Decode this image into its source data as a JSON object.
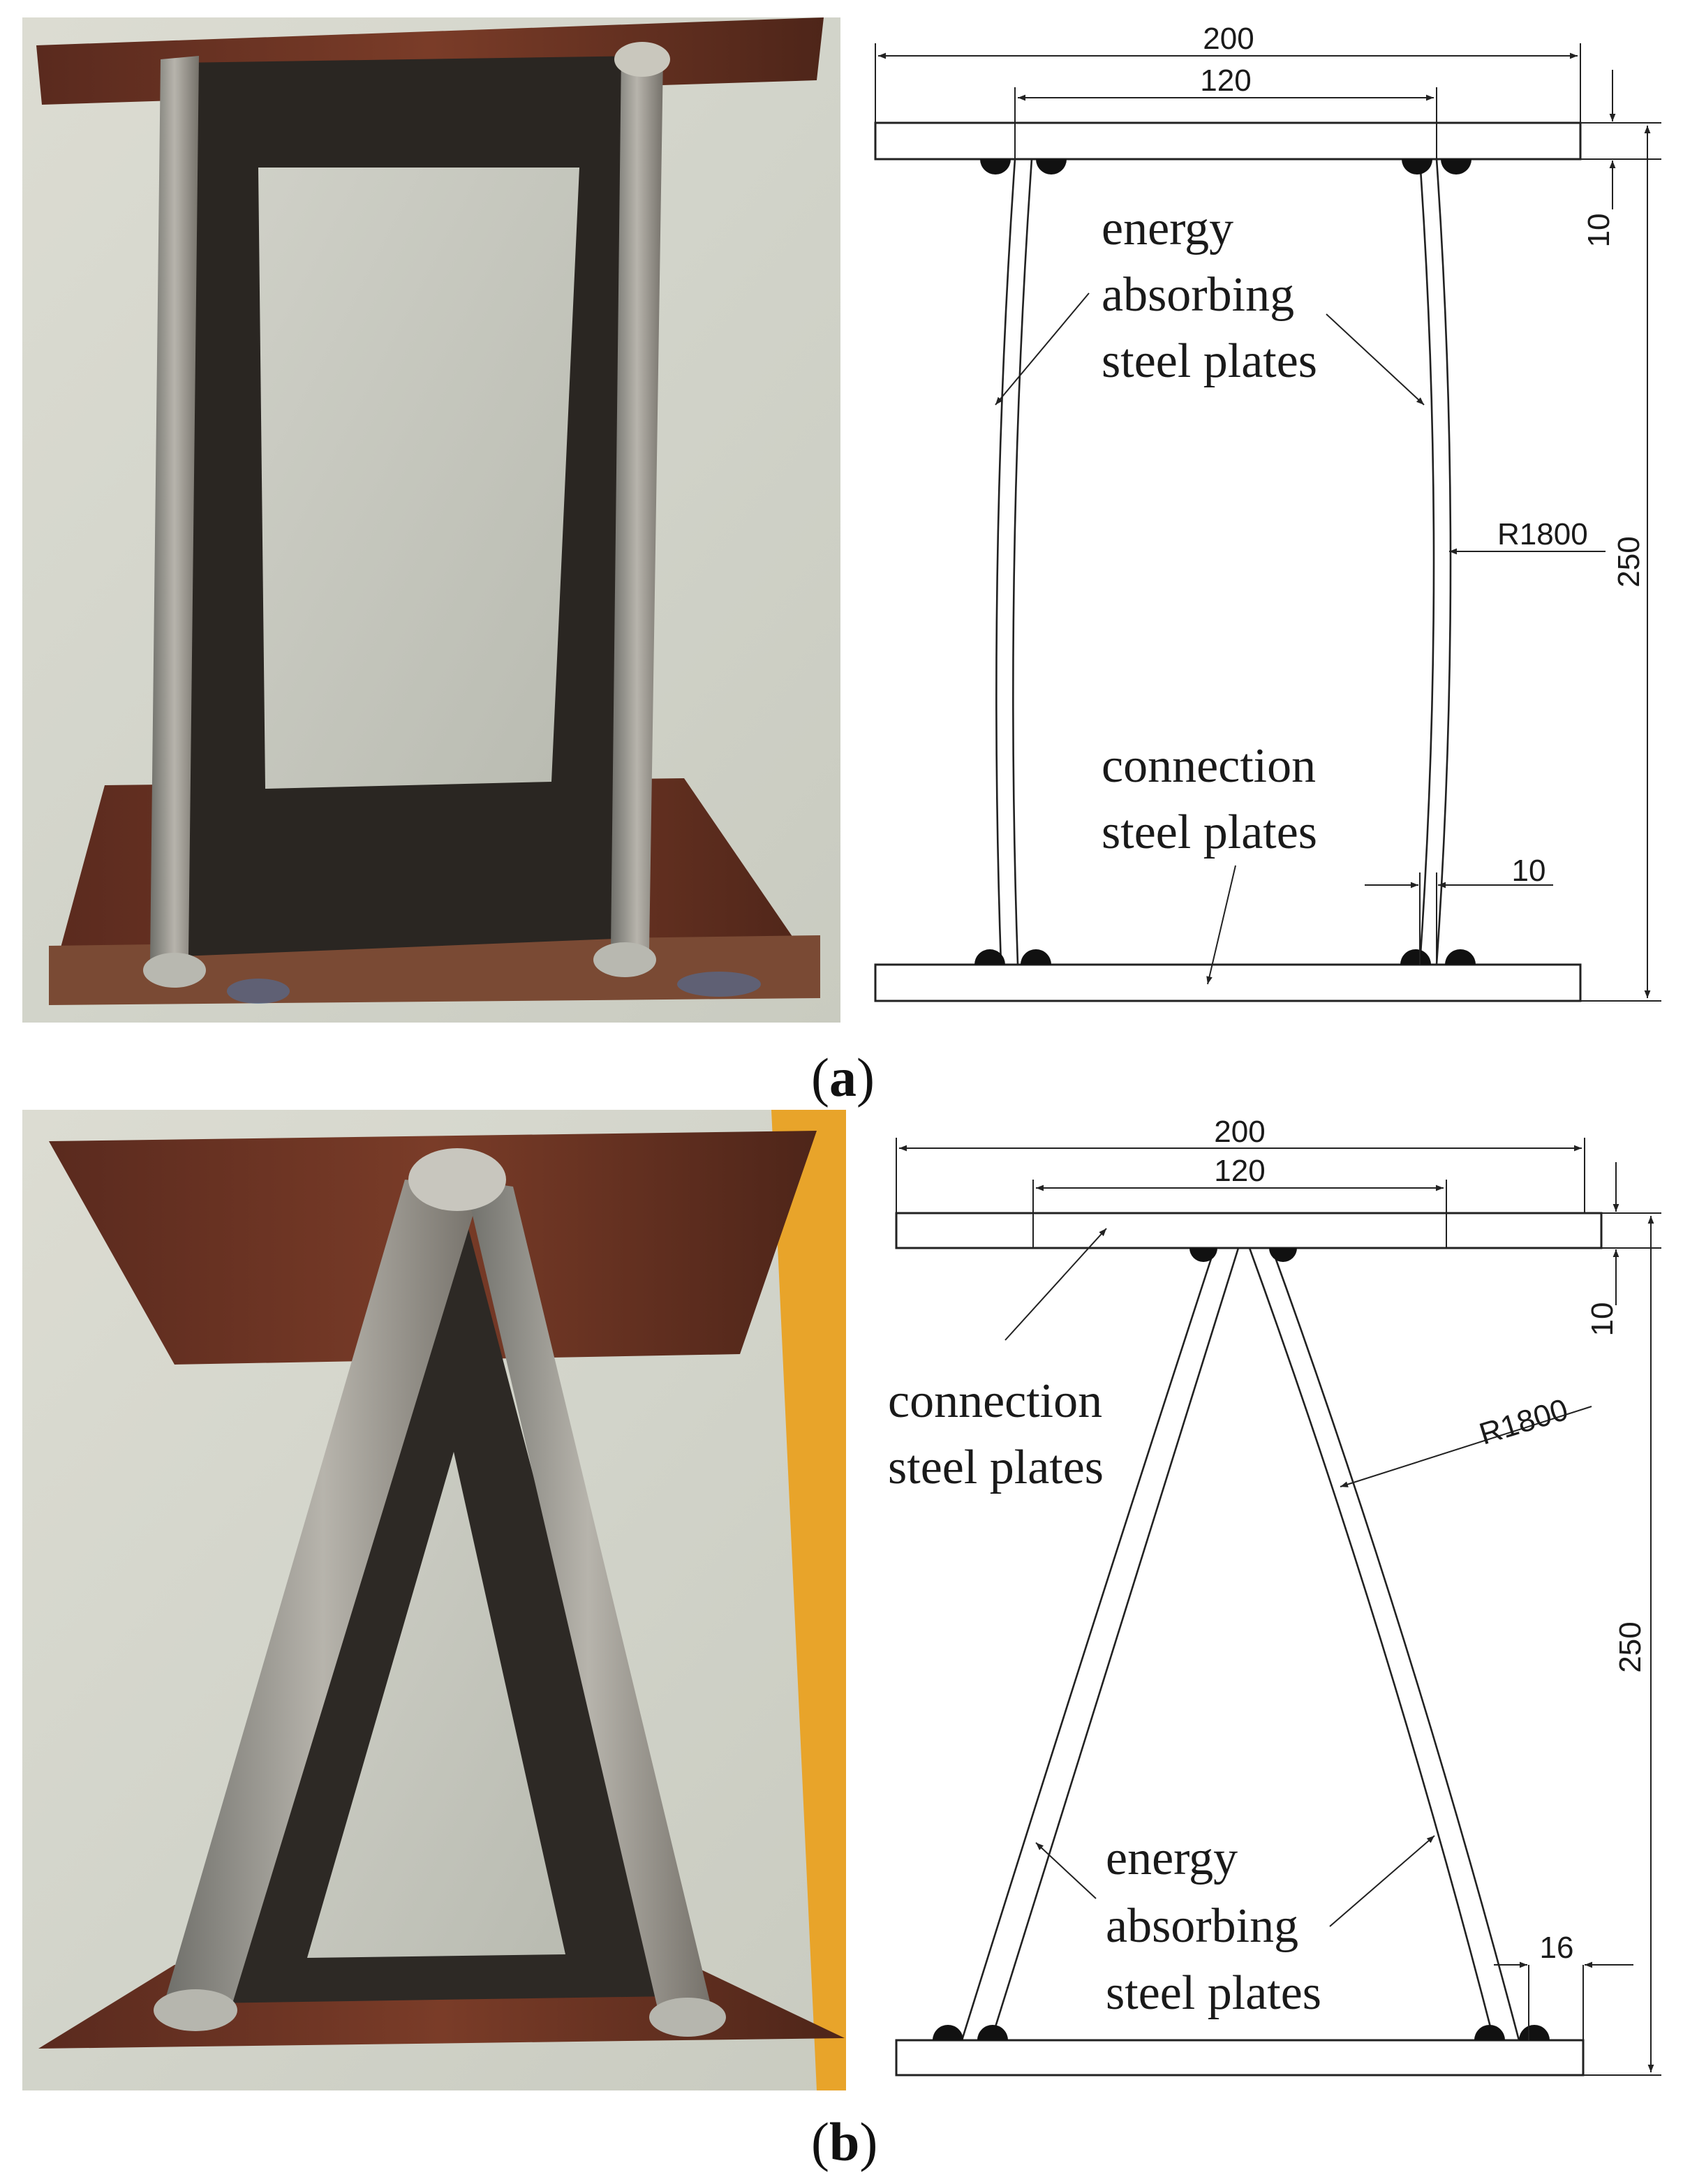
{
  "panel_a": {
    "caption_letter": "a",
    "dimensions": {
      "overall_width": "200",
      "inner_width": "120",
      "plate_thickness": "10",
      "height": "250",
      "radius": "R1800",
      "web_thickness": "10"
    },
    "labels": {
      "energy_plates": [
        "energy",
        "absorbing",
        "steel plates"
      ],
      "connection_plates": [
        "connection",
        "steel plates"
      ]
    }
  },
  "panel_b": {
    "caption_letter": "b",
    "dimensions": {
      "overall_width": "200",
      "inner_width": "120",
      "plate_thickness": "10",
      "height": "250",
      "radius": "R1800",
      "offset": "16"
    },
    "labels": {
      "connection_plates": [
        "connection",
        "steel plates"
      ],
      "energy_plates": [
        "energy",
        "absorbing",
        "steel plates"
      ]
    }
  },
  "colors": {
    "steel_dark": "#2a211d",
    "rust": "#6b3424",
    "floor": "#d8d9cf",
    "yellow_strip": "#e8a42a"
  }
}
